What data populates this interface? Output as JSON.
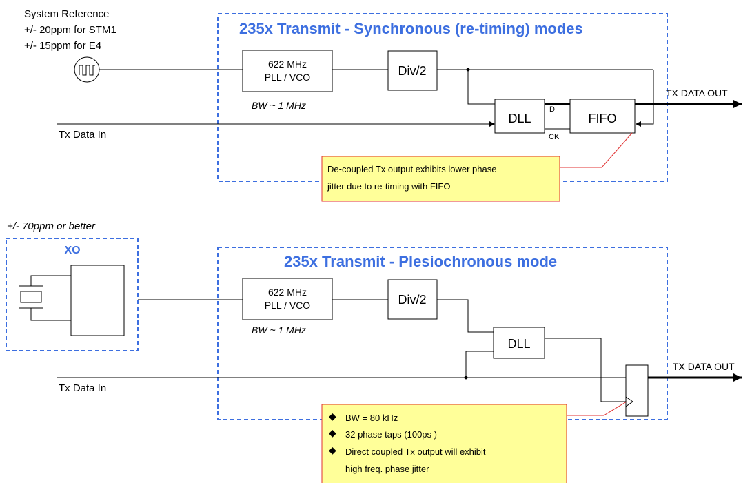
{
  "top": {
    "title": "235x Transmit - Synchronous (re-timing) modes",
    "ref_lines": [
      "System Reference",
      "+/- 20ppm for STM1",
      "+/- 15ppm for E4"
    ],
    "pll_lines": [
      "622 MHz",
      "PLL / VCO"
    ],
    "bw": "BW ~ 1 MHz",
    "div": "Div/2",
    "dll": "DLL",
    "fifo": "FIFO",
    "pin_d": "D",
    "pin_ck": "CK",
    "tx_in": "Tx Data In",
    "tx_out": "TX DATA OUT",
    "note_lines": [
      "De-coupled Tx output exhibits lower phase",
      "jitter due to re-timing with FIFO"
    ]
  },
  "bottom": {
    "title": "235x Transmit - Plesiochronous mode",
    "ppm": "+/- 70ppm or better",
    "xo": "XO",
    "pll_lines": [
      "622 MHz",
      "PLL / VCO"
    ],
    "bw": "BW ~ 1 MHz",
    "div": "Div/2",
    "dll": "DLL",
    "tx_in": "Tx Data In",
    "tx_out": "TX DATA OUT",
    "bullet": "◆",
    "note_lines": [
      "BW = 80 kHz",
      "32 phase taps (100ps )",
      "Direct coupled Tx output will exhibit",
      "high freq. phase jitter"
    ]
  }
}
